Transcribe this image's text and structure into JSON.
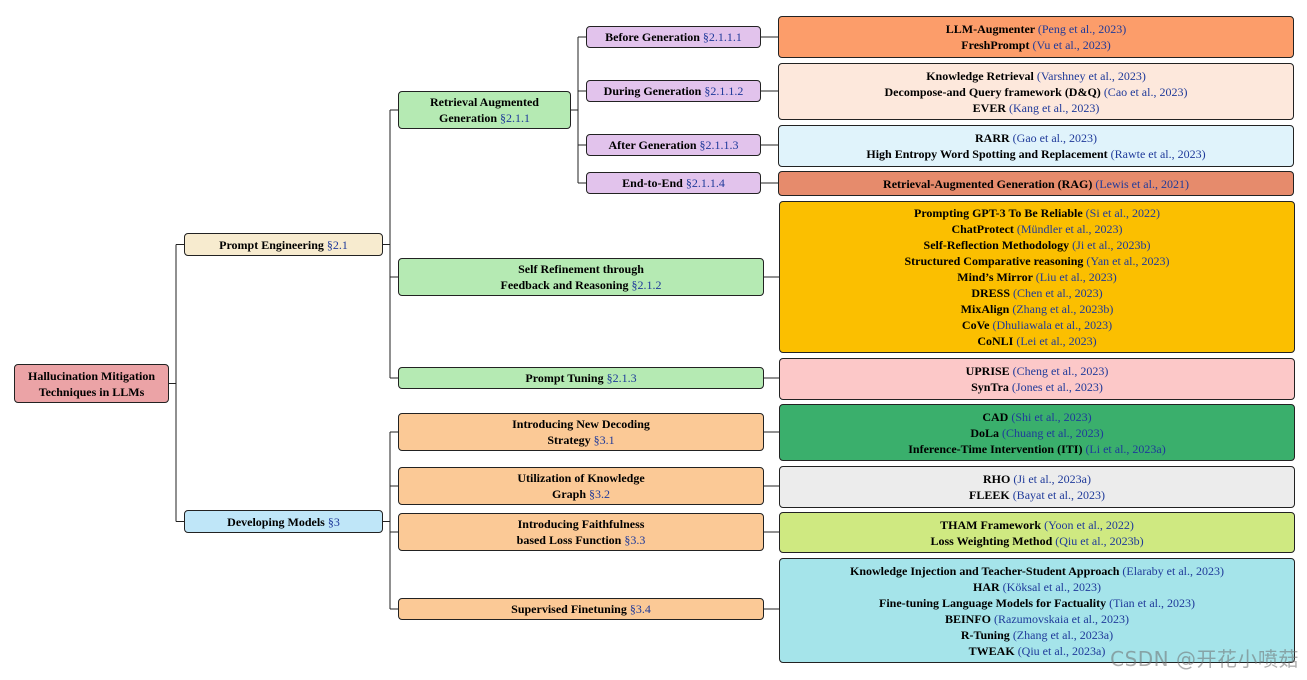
{
  "colors": {
    "root": "#eba3a6",
    "prompt_engineering": "#f7ebcf",
    "developing_models": "#bfe6f8",
    "purple": "#e2c3ec",
    "green": "#b5eab3",
    "orange": "#fbc996",
    "line": "#222222",
    "cite": "#1f3a9a"
  },
  "root": {
    "label_lines": [
      "Hallucination Mitigation",
      "Techniques in LLMs"
    ]
  },
  "level1": [
    {
      "id": "pe",
      "label": "Prompt Engineering",
      "section": "§2.1"
    },
    {
      "id": "dm",
      "label": "Developing Models",
      "section": "§3"
    }
  ],
  "level2": [
    {
      "id": "rag",
      "label_lines": [
        "Retrieval Augmented",
        "Generation"
      ],
      "section": "§2.1.1"
    },
    {
      "id": "sr",
      "label_lines": [
        "Self Refinement through",
        "Feedback and Reasoning"
      ],
      "section": "§2.1.2"
    },
    {
      "id": "pt",
      "label_lines": [
        "Prompt Tuning"
      ],
      "section": "§2.1.3"
    },
    {
      "id": "ind",
      "label_lines": [
        "Introducing New Decoding",
        "Strategy"
      ],
      "section": "§3.1"
    },
    {
      "id": "ukg",
      "label_lines": [
        "Utilization of Knowledge",
        "Graph"
      ],
      "section": "§3.2"
    },
    {
      "id": "ifl",
      "label_lines": [
        "Introducing Faithfulness",
        "based Loss Function"
      ],
      "section": "§3.3"
    },
    {
      "id": "sf",
      "label_lines": [
        "Supervised Finetuning"
      ],
      "section": "§3.4"
    }
  ],
  "level3": [
    {
      "id": "bg",
      "label": "Before Generation",
      "section": "§2.1.1.1"
    },
    {
      "id": "dg",
      "label": "During Generation",
      "section": "§2.1.1.2"
    },
    {
      "id": "ag",
      "label": "After Generation",
      "section": "§2.1.1.3"
    },
    {
      "id": "ee",
      "label": "End-to-End",
      "section": "§2.1.1.4"
    }
  ],
  "leaves": [
    {
      "id": "leaf-bg",
      "color": "#fc9d6a",
      "items": [
        {
          "name": "LLM-Augmenter",
          "cite": "(Peng et al., 2023)"
        },
        {
          "name": "FreshPrompt",
          "cite": "(Vu et al., 2023)"
        }
      ]
    },
    {
      "id": "leaf-dg",
      "color": "#fde8dc",
      "items": [
        {
          "name": "Knowledge Retrieval",
          "cite": "(Varshney et al., 2023)"
        },
        {
          "name": "Decompose-and Query framework (D&Q)",
          "cite": "(Cao et al., 2023)"
        },
        {
          "name": "EVER",
          "cite": "(Kang et al., 2023)"
        }
      ]
    },
    {
      "id": "leaf-ag",
      "color": "#e0f3fb",
      "items": [
        {
          "name": "RARR",
          "cite": "(Gao et al., 2023)"
        },
        {
          "name": "High Entropy Word Spotting and Replacement",
          "cite": "(Rawte et al., 2023)"
        }
      ]
    },
    {
      "id": "leaf-ee",
      "color": "#e68b6c",
      "items": [
        {
          "name": "Retrieval-Augmented Generation (RAG)",
          "cite": "(Lewis et al., 2021)"
        }
      ]
    },
    {
      "id": "leaf-sr",
      "color": "#fbbf00",
      "items": [
        {
          "name": "Prompting GPT-3 To Be Reliable",
          "cite": "(Si et al., 2022)"
        },
        {
          "name": "ChatProtect",
          "cite": "(Mündler et al., 2023)"
        },
        {
          "name": "Self-Reflection Methodology",
          "cite": "(Ji et al., 2023b)"
        },
        {
          "name": "Structured Comparative reasoning",
          "cite": "(Yan et al., 2023)"
        },
        {
          "name": "Mind’s Mirror",
          "cite": "(Liu et al., 2023)"
        },
        {
          "name": "DRESS",
          "cite": "(Chen et al., 2023)"
        },
        {
          "name": "MixAlign",
          "cite": "(Zhang et al., 2023b)"
        },
        {
          "name": "CoVe",
          "cite": "(Dhuliawala et al., 2023)"
        },
        {
          "name": "CoNLI",
          "cite": "(Lei et al., 2023)"
        }
      ]
    },
    {
      "id": "leaf-pt",
      "color": "#fcc8c8",
      "items": [
        {
          "name": "UPRISE",
          "cite": "(Cheng et al., 2023)"
        },
        {
          "name": "SynTra",
          "cite": "(Jones et al., 2023)"
        }
      ]
    },
    {
      "id": "leaf-ind",
      "color": "#3aaf6c",
      "items": [
        {
          "name": "CAD",
          "cite": "(Shi et al., 2023)"
        },
        {
          "name": "DoLa",
          "cite": "(Chuang et al., 2023)"
        },
        {
          "name": "Inference-Time Intervention (ITI)",
          "cite": "(Li et al., 2023a)"
        }
      ]
    },
    {
      "id": "leaf-ukg",
      "color": "#ececec",
      "items": [
        {
          "name": "RHO",
          "cite": "(Ji et al., 2023a)"
        },
        {
          "name": "FLEEK",
          "cite": "(Bayat et al., 2023)"
        }
      ]
    },
    {
      "id": "leaf-ifl",
      "color": "#cfe981",
      "items": [
        {
          "name": "THAM Framework",
          "cite": "(Yoon et al., 2022)"
        },
        {
          "name": "Loss Weighting Method",
          "cite": "(Qiu et al., 2023b)"
        }
      ]
    },
    {
      "id": "leaf-sf",
      "color": "#a5e4ea",
      "items": [
        {
          "name": "Knowledge Injection and Teacher-Student Approach",
          "cite": "(Elaraby et al., 2023)"
        },
        {
          "name": "HAR",
          "cite": "(Köksal et al., 2023)"
        },
        {
          "name": "Fine-tuning Language Models for Factuality",
          "cite": "(Tian et al., 2023)"
        },
        {
          "name": "BEINFO",
          "cite": "(Razumovskaia et al., 2023)"
        },
        {
          "name": "R-Tuning",
          "cite": "(Zhang et al., 2023a)"
        },
        {
          "name": "TWEAK",
          "cite": "(Qiu et al., 2023a)"
        }
      ]
    }
  ],
  "watermark": "CSDN @开花小喷菇"
}
